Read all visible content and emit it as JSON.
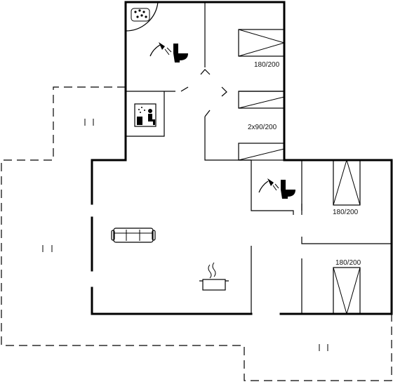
{
  "floorplan": {
    "rooms": [
      {
        "id": "bedroom-1",
        "bed_label": "180/200"
      },
      {
        "id": "bedroom-2",
        "bed_label": "2x90/200"
      },
      {
        "id": "bedroom-3",
        "bed_label": "180/200"
      },
      {
        "id": "bedroom-4",
        "bed_label": "180/200"
      }
    ],
    "icons": [
      "hot-tub-icon",
      "shower-icon",
      "toilet-icon",
      "sauna-icon",
      "shower-icon",
      "toilet-icon",
      "sofa-icon",
      "cooking-pot-icon"
    ]
  }
}
